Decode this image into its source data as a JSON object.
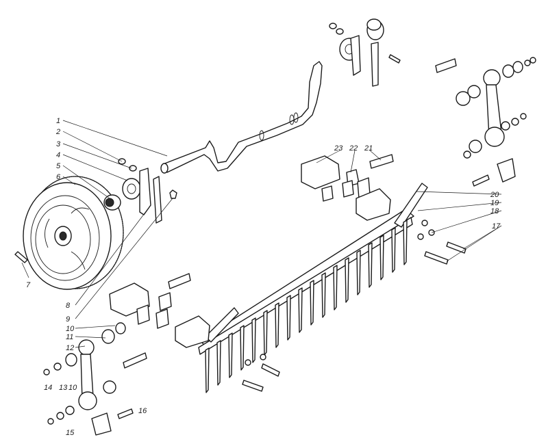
{
  "callouts": {
    "c1": "1",
    "c2": "2",
    "c3": "3",
    "c4": "4",
    "c5": "5",
    "c6": "6",
    "c7": "7",
    "c8": "8",
    "c9": "9",
    "c10": "10",
    "c10b": "10",
    "c11": "11",
    "c12": "12",
    "c13": "13",
    "c14": "14",
    "c15": "15",
    "c16": "16",
    "c17": "17",
    "c18": "18",
    "c19": "19",
    "c20": "20",
    "c21": "21",
    "c22": "22",
    "c23": "23"
  }
}
